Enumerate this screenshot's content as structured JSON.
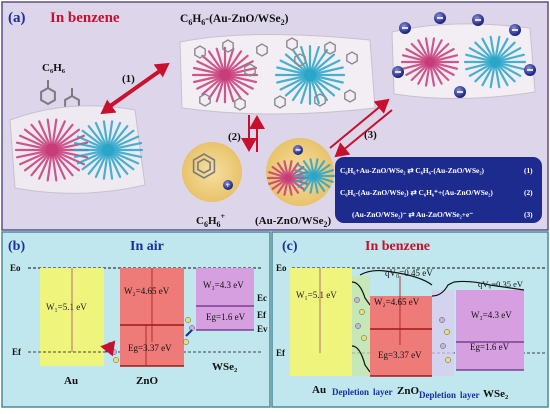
{
  "panel_a": {
    "label": "(a)",
    "title": "In benzene",
    "molecule_label": "C₆H₆",
    "adsorbed_label_main": "C",
    "adsorbed_label_sub1": "6",
    "adsorbed_label_mid": "H",
    "adsorbed_label_sub2": "6",
    "adsorbed_label_rest": "-(Au-ZnO/WSe",
    "adsorbed_label_sub3": "2",
    "adsorbed_label_end": ")",
    "cation_label_main": "C",
    "cation_label_sub1": "6",
    "cation_label_mid": "H",
    "cation_label_sub2": "6",
    "cation_label_sup": "+",
    "composite_label_main": "(Au-ZnO/WSe",
    "composite_label_sub": "2",
    "composite_label_end": ")",
    "step1": "(1)",
    "step2": "(2)",
    "step3": "(3)",
    "equations": [
      {
        "text": "C₆H₆+Au-ZnO/WSe₂ ⇄ C₆H₆-(Au-ZnO/WSe₂)",
        "num": "(1)"
      },
      {
        "text": "C₆H₆-(Au-ZnO/WSe₂) ⇄ C₆H₆⁺+(Au-ZnO/WSe₂)",
        "num": "(2)"
      },
      {
        "text": "(Au-ZnO/WSe₂)⁻ ⇄ Au-ZnO/WSe₂+e⁻",
        "num": "(3)"
      }
    ]
  },
  "panel_b": {
    "label": "(b)",
    "title": "In air",
    "eo": "Eo",
    "ef": "Ef",
    "ec": "Ec",
    "ef_right": "Ef",
    "ev": "Ev",
    "au_wf": "W₁=5.1 eV",
    "zno_wf": "W₂=4.65 eV",
    "zno_eg": "Eg=3.37 eV",
    "wse2_wf": "W₃=4.3 eV",
    "wse2_eg": "Eg=1.6 eV",
    "au": "Au",
    "zno": "ZnO",
    "wse2": "WSe₂"
  },
  "panel_c": {
    "label": "(c)",
    "title": "In benzene",
    "eo": "Eo",
    "ef": "Ef",
    "qv1": "qV₀=0.45 eV",
    "qv2": "qV₀=0.35 eV",
    "au_wf": "W₁=5.1 eV",
    "zno_wf": "W₂=4.65 eV",
    "zno_eg": "Eg=3.37 eV",
    "wse2_wf": "W₃=4.3 eV",
    "wse2_eg": "Eg=1.6 eV",
    "au": "Au",
    "depletion1": "Depletion",
    "layer1": "layer",
    "zno": "ZnO",
    "depletion2": "Depletion",
    "layer2": "layer",
    "wse2": "WSe₂"
  },
  "colors": {
    "panel_a_bg": "#ddd6ea",
    "panel_bc_bg": "#bfe7ed",
    "title_red": "#c8102e",
    "blue_label": "#1a2fa0",
    "eq_box": "#1d2b8f",
    "au_yellow": "#eef47c",
    "zno_red": "#ee7b78",
    "wse2_purple": "#d69fe0",
    "nano_pink": "#c83c7a",
    "nano_cyan": "#2aa6c9"
  }
}
